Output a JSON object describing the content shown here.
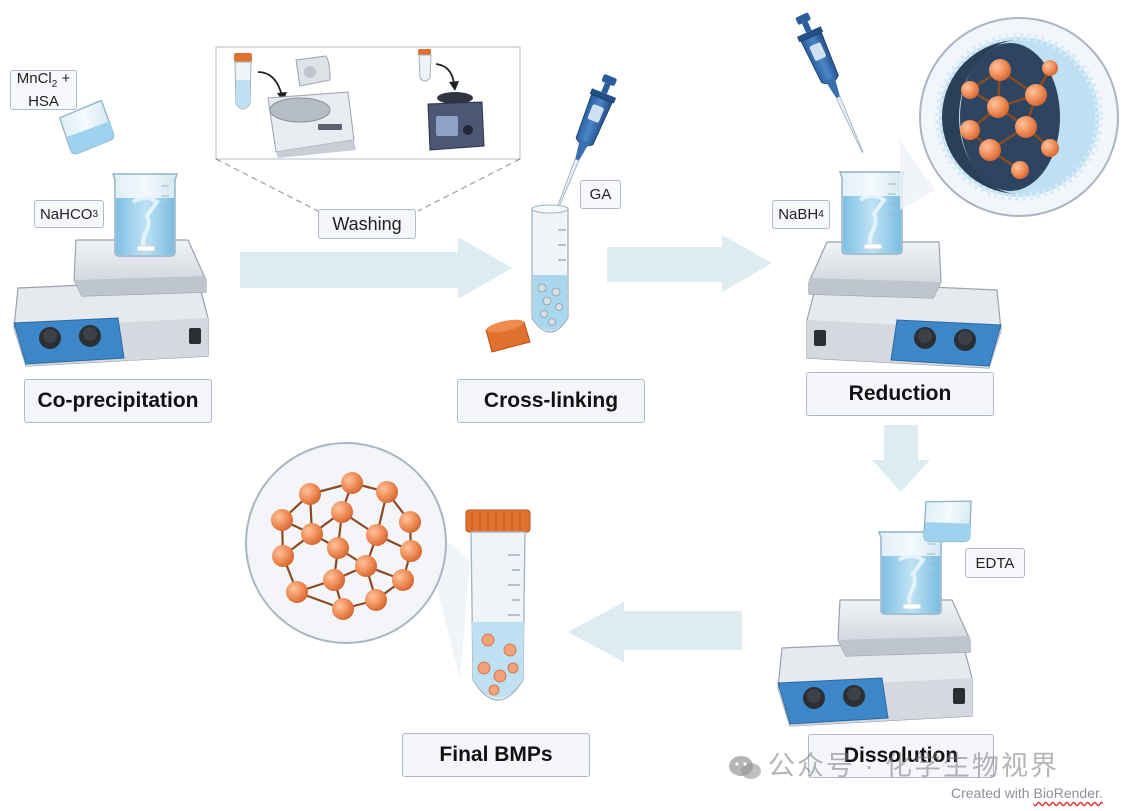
{
  "steps": {
    "coprecip": "Co-precipitation",
    "crosslink": "Cross-linking",
    "reduction": "Reduction",
    "dissolution": "Dissolution",
    "final": "Final BMPs"
  },
  "reagents": {
    "mncl2_line1_a": "MnCl",
    "mncl2_line1_sub": "2",
    "mncl2_line1_b": " +",
    "mncl2_line2": "HSA",
    "nahco3_a": "NaHCO",
    "nahco3_sub": "3",
    "ga": "GA",
    "nabh4_a": "NaBH",
    "nabh4_sub": "4",
    "edta": "EDTA"
  },
  "washing": "Washing",
  "watermark": "公众号 · 化学生物视界",
  "credit_prefix": "Created with ",
  "credit_brand": "BioRender.",
  "colors": {
    "arrow": "#dcecf0",
    "liquid": "#a9d7ee",
    "orange": "#ef8a55",
    "orange_dark": "#c2552a",
    "link": "#8a4a22",
    "plate_blue": "#3d87c8",
    "label_border": "#aeb9cc"
  }
}
